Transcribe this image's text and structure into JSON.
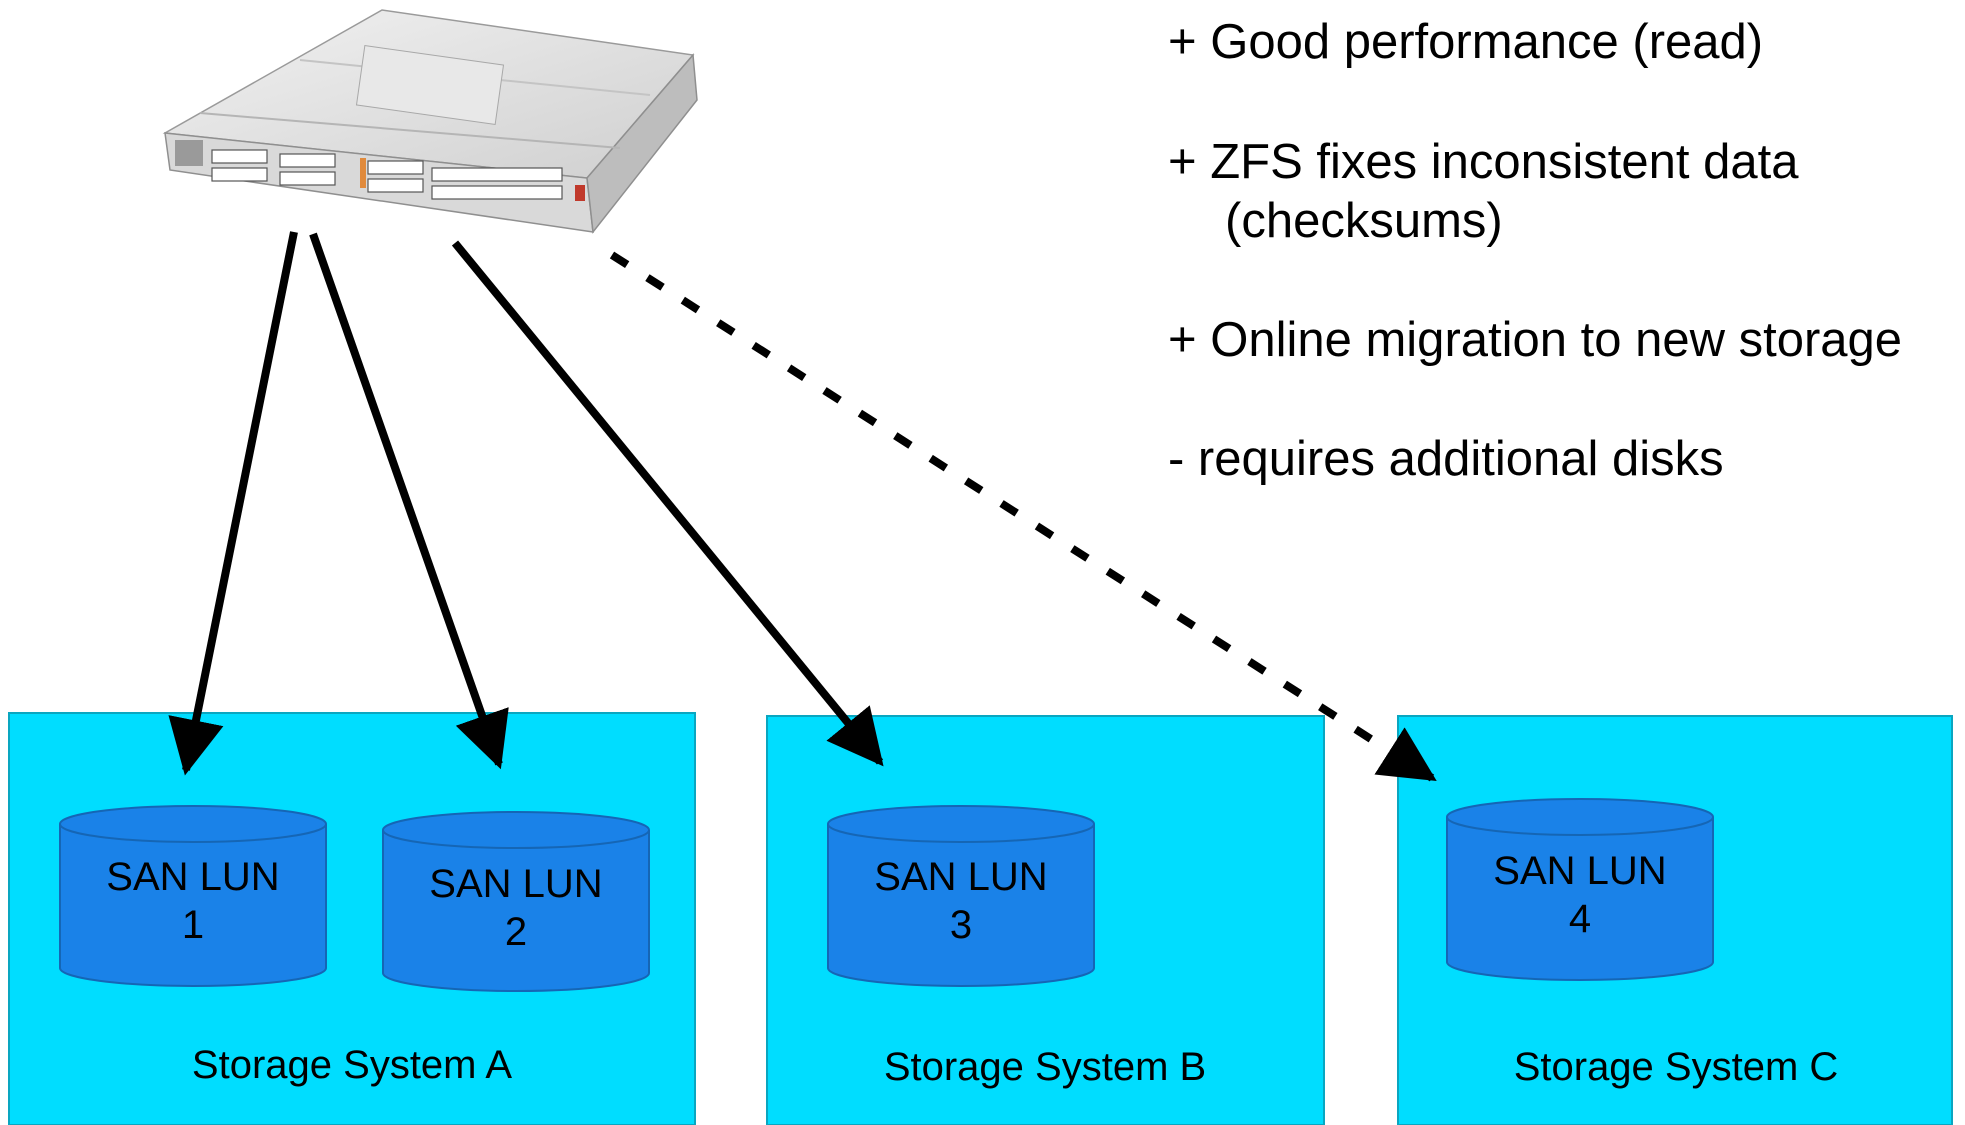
{
  "notes": [
    {
      "text": "+ Good performance (read)"
    },
    {
      "text": "+ ZFS fixes inconsistent data",
      "cont": "(checksums)"
    },
    {
      "text": "+ Online migration to new storage"
    },
    {
      "text": "- requires additional disks"
    }
  ],
  "storage_systems": [
    {
      "label": "Storage System A",
      "luns": [
        {
          "line1": "SAN LUN",
          "line2": "1"
        },
        {
          "line1": "SAN LUN",
          "line2": "2"
        }
      ]
    },
    {
      "label": "Storage System B",
      "luns": [
        {
          "line1": "SAN LUN",
          "line2": "3"
        }
      ]
    },
    {
      "label": "Storage System C",
      "luns": [
        {
          "line1": "SAN LUN",
          "line2": "4"
        }
      ]
    }
  ],
  "server": {
    "icon": "rack-server-icon"
  },
  "connections": [
    {
      "target": "SAN LUN 1",
      "style": "solid"
    },
    {
      "target": "SAN LUN 2",
      "style": "solid"
    },
    {
      "target": "SAN LUN 3",
      "style": "solid"
    },
    {
      "target": "SAN LUN 4",
      "style": "dashed"
    }
  ],
  "colors": {
    "storage_box": "#00DDFF",
    "lun": "#1A82E8",
    "arrow": "#000000"
  }
}
